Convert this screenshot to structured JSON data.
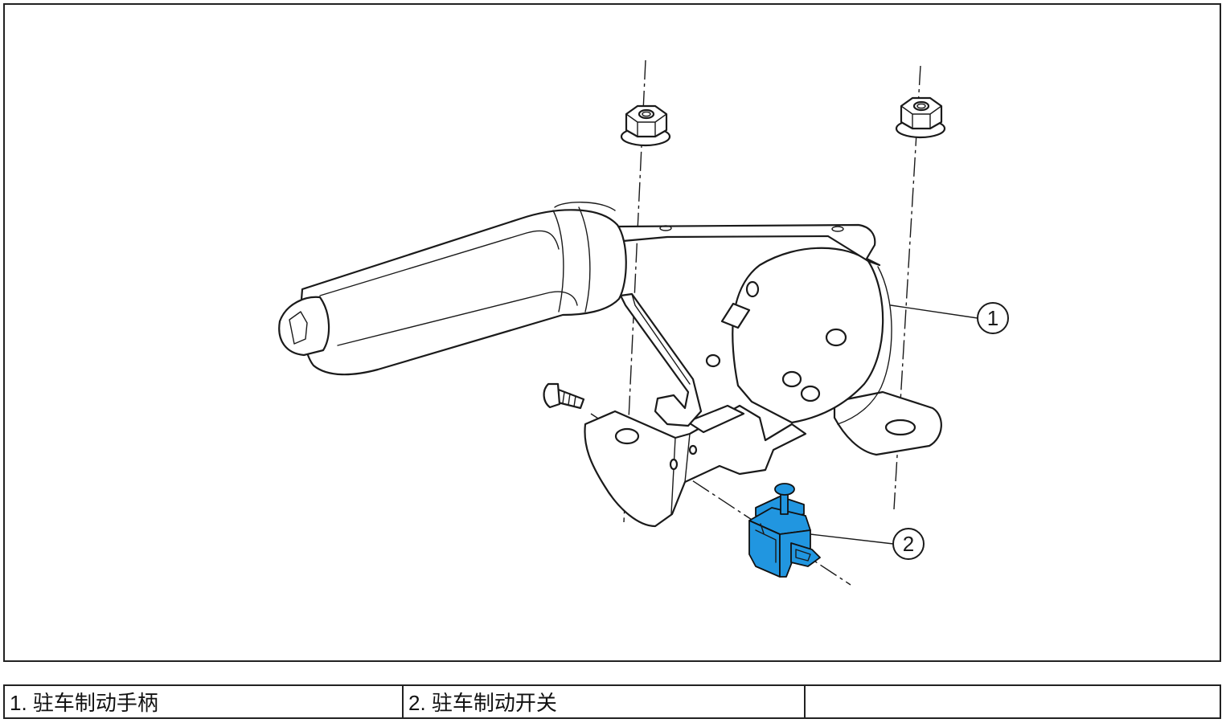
{
  "diagram": {
    "callouts": {
      "one": "1",
      "two": "2"
    }
  },
  "legend": {
    "item_1": "1. 驻车制动手柄",
    "item_2": "2. 驻车制动开关"
  },
  "colors": {
    "switch_fill": "#2196e0",
    "line": "#1a1a1a"
  }
}
